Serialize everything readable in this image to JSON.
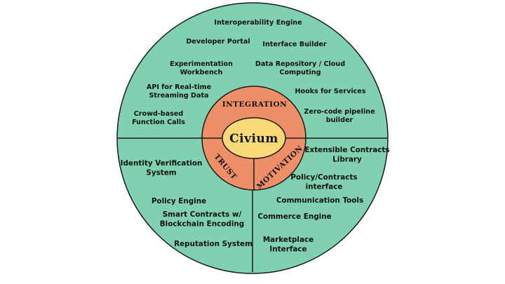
{
  "colors": {
    "outer_fill": "#7fd1b1",
    "ring_fill": "#ee8f69",
    "core_fill": "#f8d877",
    "line": "#1a1a1a"
  },
  "core": {
    "title": "Civium"
  },
  "ring": {
    "integration": "INTEGRATION",
    "trust": "TRUST",
    "motivation": "MOTIVATION"
  },
  "integration_items": [
    {
      "lines": [
        "Interoperability Engine"
      ]
    },
    {
      "lines": [
        "Developer Portal"
      ]
    },
    {
      "lines": [
        "Interface Builder"
      ]
    },
    {
      "lines": [
        "Experimentation",
        "Workbench"
      ]
    },
    {
      "lines": [
        "Data Repository / Cloud",
        "Computing"
      ]
    },
    {
      "lines": [
        "API for Real-time",
        "Streaming Data"
      ]
    },
    {
      "lines": [
        "Hooks for Services"
      ]
    },
    {
      "lines": [
        "Zero-code pipeline",
        "builder"
      ]
    },
    {
      "lines": [
        "Crowd-based",
        "Function Calls"
      ]
    }
  ],
  "trust_items": [
    {
      "lines": [
        "Identity Verification",
        "System"
      ]
    },
    {
      "lines": [
        "Policy Engine"
      ]
    },
    {
      "lines": [
        "Smart Contracts w/",
        "Blockchain Encoding"
      ]
    },
    {
      "lines": [
        "Reputation System"
      ]
    }
  ],
  "motivation_items": [
    {
      "lines": [
        "Extensible Contracts",
        "Library"
      ]
    },
    {
      "lines": [
        "Policy/Contracts",
        "interface"
      ]
    },
    {
      "lines": [
        "Communication Tools"
      ]
    },
    {
      "lines": [
        "Commerce Engine"
      ]
    },
    {
      "lines": [
        "Marketplace",
        "Interface"
      ]
    }
  ]
}
